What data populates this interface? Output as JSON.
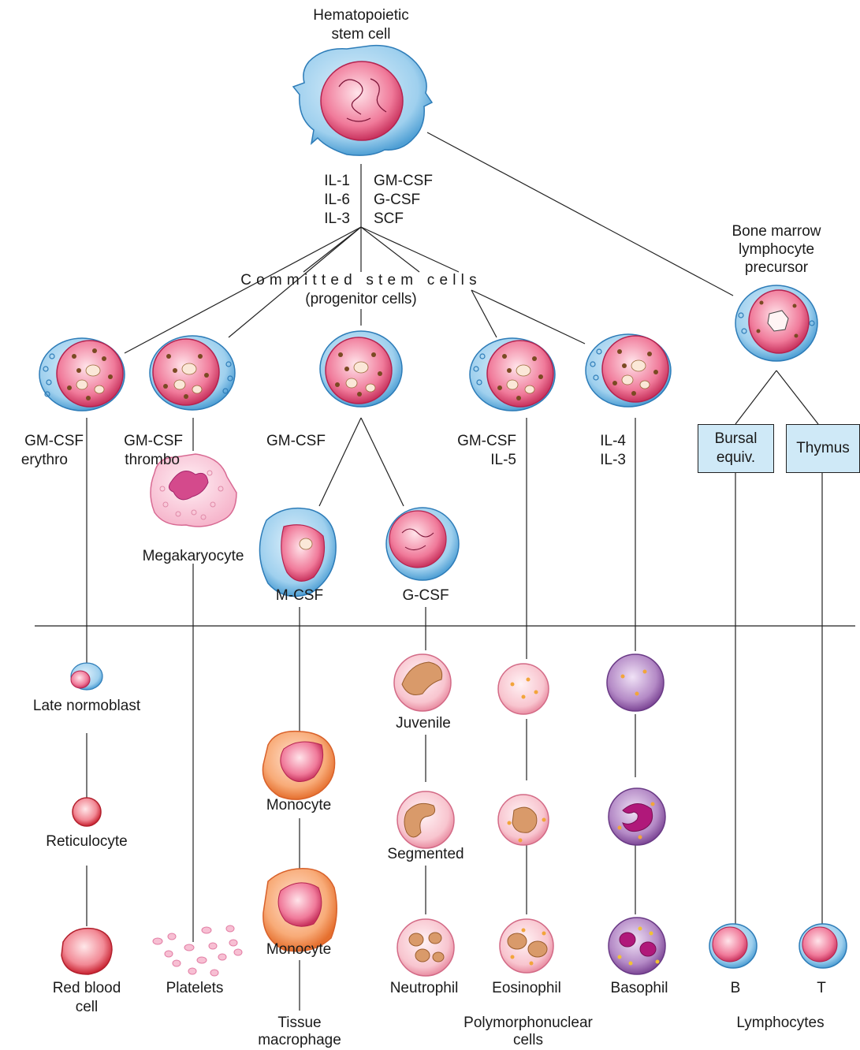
{
  "stem": {
    "line1": "Hematopoietic",
    "line2": "stem cell"
  },
  "factors_left": [
    "IL-1",
    "IL-6",
    "IL-3"
  ],
  "factors_right": [
    "GM-CSF",
    "G-CSF",
    "SCF"
  ],
  "committed": {
    "line1": "Committed stem cells",
    "line2": "(progenitor cells)"
  },
  "lymph_precursor": {
    "line1": "Bone marrow",
    "line2": "lymphocyte",
    "line3": "precursor"
  },
  "branch_factors": {
    "erythro": [
      "GM-CSF",
      "erythro"
    ],
    "thrombo": [
      "GM-CSF",
      "thrombo"
    ],
    "gm": "GM-CSF",
    "eos": [
      "GM-CSF",
      "IL-5"
    ],
    "baso": [
      "IL-4",
      "IL-3"
    ]
  },
  "boxes": {
    "bursal": [
      "Bursal",
      "equiv."
    ],
    "thymus": "Thymus"
  },
  "megakaryocyte": "Megakaryocyte",
  "mcsf": "M-CSF",
  "gcsf": "G-CSF",
  "erythroid": {
    "late": "Late normoblast",
    "retic": "Reticulocyte",
    "rbc1": "Red blood",
    "rbc2": "cell"
  },
  "platelets": "Platelets",
  "monocytic": {
    "mono1": "Monocyte",
    "mono2": "Monocyte",
    "macro1": "Tissue",
    "macro2": "macrophage"
  },
  "granulocytic": {
    "juvenile": "Juvenile",
    "segmented": "Segmented",
    "neutrophil": "Neutrophil"
  },
  "eosinophil": "Eosinophil",
  "basophil": "Basophil",
  "pmn": {
    "line1": "Polymorphonuclear",
    "line2": "cells"
  },
  "lymphocytes": {
    "b": "B",
    "t": "T",
    "group": "Lymphocytes"
  },
  "colors": {
    "cytoplasm_blue": "#5aa9dc",
    "nucleus_pink": "#d94d74",
    "rbc_red": "#d9334a",
    "mono_orange": "#f08a4b",
    "neutro_pink": "#f5b8c4",
    "eos_pink": "#f7c6cf",
    "baso_purple": "#8e5aa6",
    "platelet_pink": "#f29bb8",
    "box_fill": "#cfe9f7"
  }
}
